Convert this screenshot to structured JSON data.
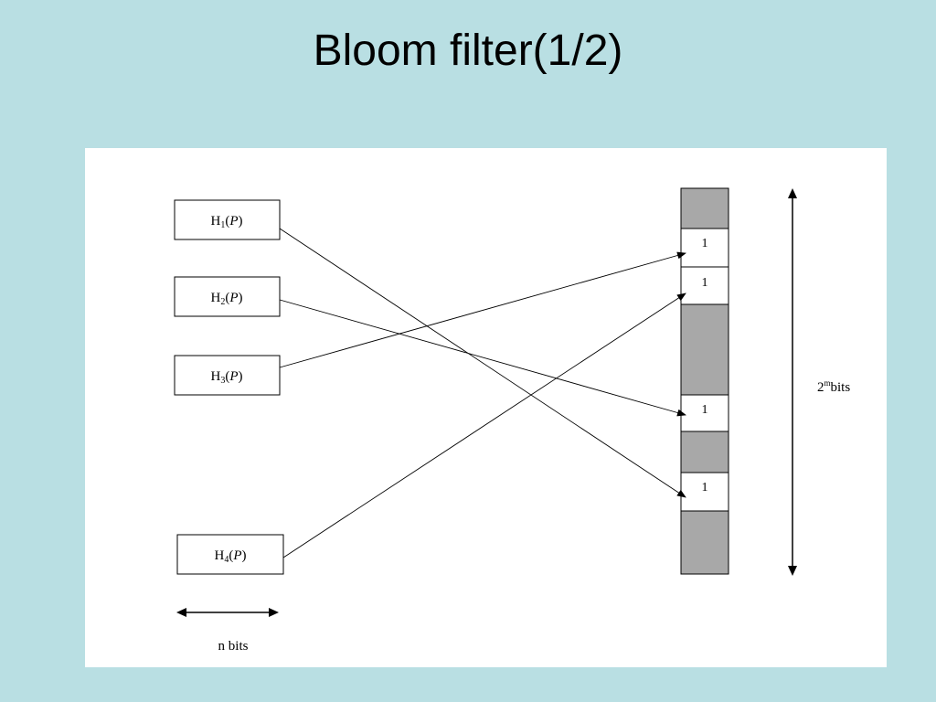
{
  "slide": {
    "title": "Bloom filter(1/2)"
  },
  "diagram": {
    "hash_functions": [
      {
        "label": "H",
        "sub": "1",
        "arg": "P"
      },
      {
        "label": "H",
        "sub": "2",
        "arg": "P"
      },
      {
        "label": "H",
        "sub": "3",
        "arg": "P"
      },
      {
        "label": "H",
        "sub": "4",
        "arg": "P"
      }
    ],
    "bit_array": {
      "set_bit_value": "1",
      "set_bits": [
        "1",
        "1",
        "1",
        "1"
      ]
    },
    "array_size_label": {
      "base": "2",
      "exp": "m",
      "text": "bits"
    },
    "input_size_label": "n bits",
    "colors": {
      "background": "#b9dfe3",
      "unset_cell": "#a8a8a8",
      "set_cell": "#ffffff",
      "line": "#000000"
    }
  }
}
